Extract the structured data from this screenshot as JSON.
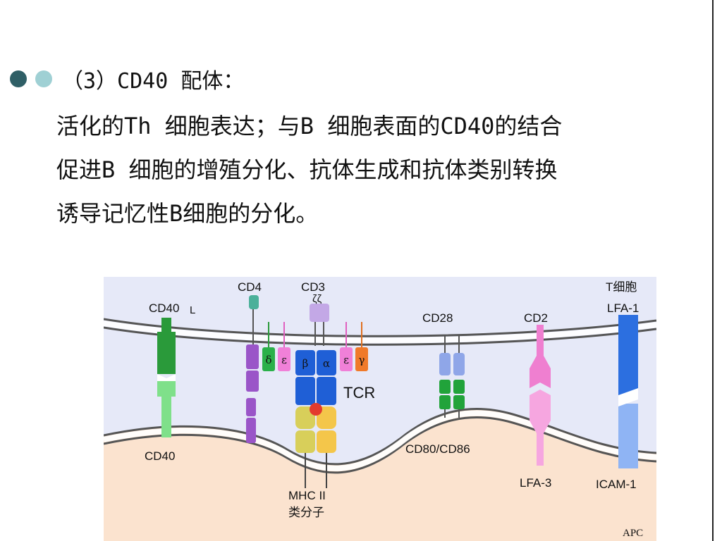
{
  "slide": {
    "heading": "（3）CD40 配体：",
    "lines": [
      "活化的Th 细胞表达；与B 细胞表面的CD40的结合",
      "促进B 细胞的增殖分化、抗体生成和抗体类别转换",
      "诱导记忆性B细胞的分化。"
    ]
  },
  "figure": {
    "labels": {
      "cd4": "CD4",
      "cd3": "CD3",
      "zeta": "ζζ",
      "t_cell": "T细胞",
      "cd40l": "CD40",
      "cd40l_sub": "L",
      "cd28": "CD28",
      "cd2": "CD2",
      "lfa1": "LFA-1",
      "tcr": "TCR",
      "cd40": "CD40",
      "cd80_cd86": "CD80/CD86",
      "lfa3": "LFA-3",
      "icam1": "ICAM-1",
      "mhc": "MHC  II",
      "mhc_sub": "类分子",
      "apc": "APC"
    },
    "greek": {
      "delta": "δ",
      "epsilon_left": "ε",
      "beta": "β",
      "alpha": "α",
      "epsilon_right": "ε",
      "gamma": "γ"
    },
    "colors": {
      "t_cell_bg": "#e6e9f8",
      "apc_bg": "#fbe3cf",
      "cd40l": "#2a9a3a",
      "cd4": "#9a55c8",
      "tcr": "#1f5fd6",
      "mhc": "#d8cf5a",
      "peptide": "#e33b2e",
      "cd28": "#8fa6e8",
      "cd80": "#21a33a",
      "cd2": "#ef7fd0",
      "lfa1": "#2c6fe0"
    }
  }
}
